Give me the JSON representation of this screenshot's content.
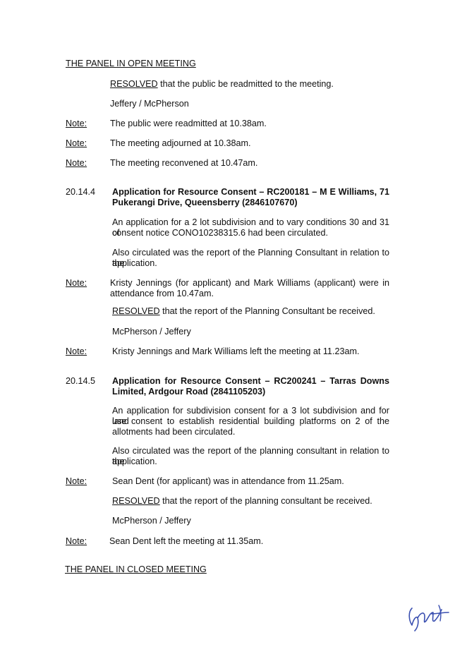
{
  "open_meeting_heading": "THE PANEL IN OPEN MEETING",
  "open_resolution": {
    "keyword": "RESOLVED",
    "text": " that the public be readmitted to the meeting.",
    "movers": "Jeffery / McPherson"
  },
  "notes_top": [
    {
      "label": "Note:",
      "text": "The public were readmitted at 10.38am."
    },
    {
      "label": "Note:",
      "text": "The meeting adjourned at 10.38am."
    },
    {
      "label": "Note:",
      "text": "The meeting reconvened at 10.47am."
    }
  ],
  "item_20_14_4": {
    "number": "20.14.4",
    "title_line1": "Application for Resource Consent – RC200181 – M E Williams, 71",
    "title_line2": "Pukerangi Drive, Queensberry (2846107670)",
    "para1_line1": "An application for a 2 lot subdivision and to vary conditions 30 and 31 of",
    "para1_line2": "consent notice CONO10238315.6 had been circulated.",
    "para2_line1": "Also circulated was the report of the Planning Consultant in relation to the",
    "para2_line2": "application.",
    "attendance_note": {
      "label": "Note:",
      "line1": "Kristy Jennings (for applicant) and Mark Williams (applicant) were in",
      "line2": "attendance from 10.47am."
    },
    "resolution_keyword": "RESOLVED",
    "resolution_text": " that the report of the Planning Consultant be received.",
    "movers": "McPherson / Jeffery",
    "leave_note": {
      "label": "Note:",
      "text": "Kristy Jennings and Mark Williams left the meeting at 11.23am."
    }
  },
  "item_20_14_5": {
    "number": "20.14.5",
    "title_line1": "Application for Resource Consent – RC200241 – Tarras Downs",
    "title_line2": "Limited, Ardgour Road (2841105203)",
    "para1_line1": "An application for subdivision consent for a 3 lot subdivision and for land",
    "para1_line2": "use consent to establish residential building platforms on 2 of the",
    "para1_line3": "allotments had been circulated.",
    "para2_line1": "Also circulated was the report of the planning consultant in relation to the",
    "para2_line2": "application.",
    "attendance_note": {
      "label": "Note:",
      "text": "Sean Dent (for applicant) was in attendance from 11.25am."
    },
    "resolution_keyword": "RESOLVED",
    "resolution_text": " that the report of the planning consultant be received.",
    "movers": "McPherson / Jeffery",
    "leave_note": {
      "label": "Note:",
      "text": "Sean Dent left the meeting at 11.35am."
    }
  },
  "closed_meeting_heading": "THE PANEL IN CLOSED MEETING",
  "signature": {
    "icon": "handwritten-initials",
    "color": "#3a4fb0"
  }
}
